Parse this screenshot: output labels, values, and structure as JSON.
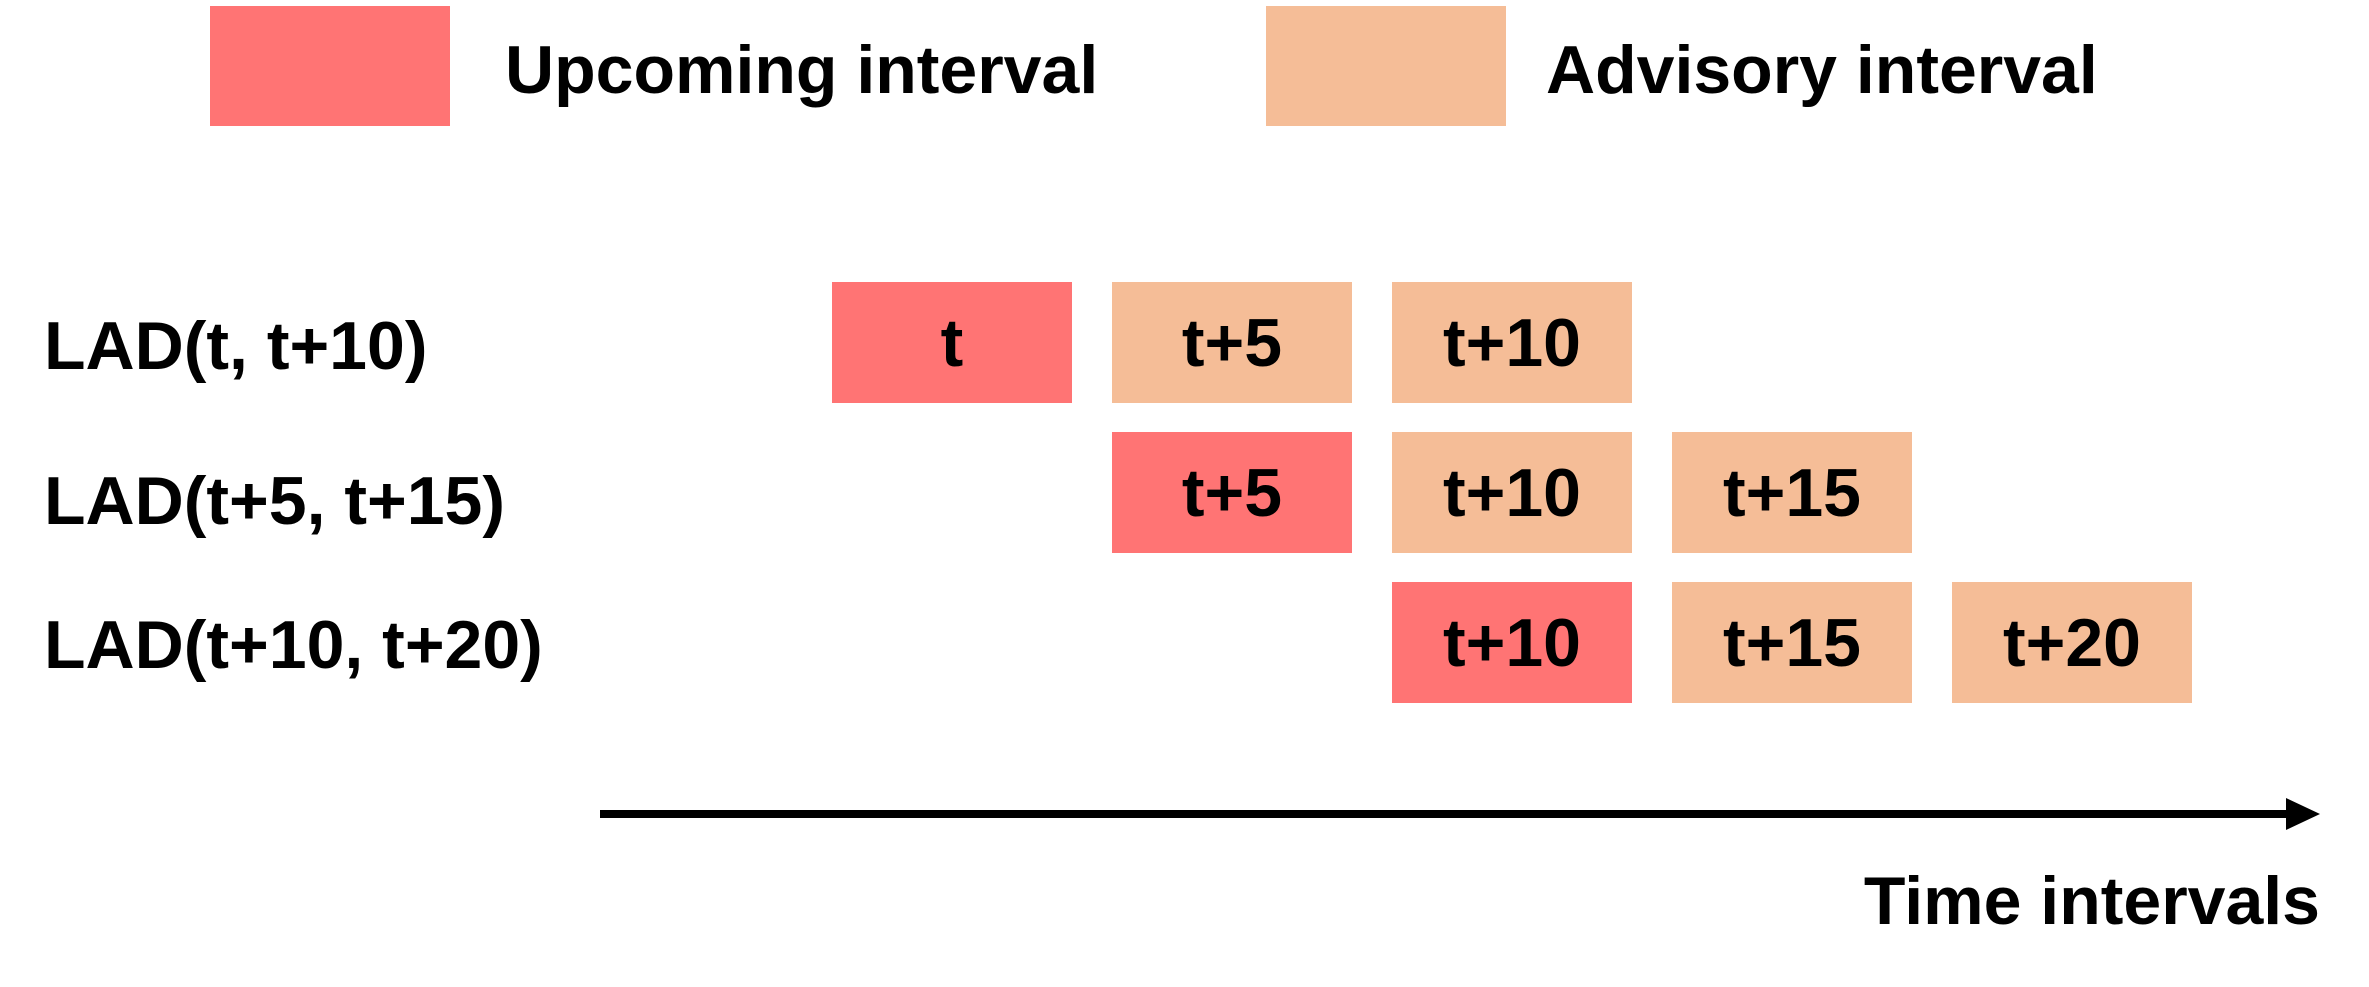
{
  "colors": {
    "upcoming": "#ff7474",
    "advisory": "#f5bd97",
    "text": "#000000",
    "axis": "#000000"
  },
  "legend": {
    "upcoming_label": "Upcoming interval",
    "advisory_label": "Advisory interval"
  },
  "rows": [
    {
      "label": "LAD(t, t+10)",
      "cells": [
        {
          "text": "t",
          "kind": "upcoming"
        },
        {
          "text": "t+5",
          "kind": "advisory"
        },
        {
          "text": "t+10",
          "kind": "advisory"
        }
      ]
    },
    {
      "label": "LAD(t+5, t+15)",
      "cells": [
        {
          "text": "t+5",
          "kind": "upcoming"
        },
        {
          "text": "t+10",
          "kind": "advisory"
        },
        {
          "text": "t+15",
          "kind": "advisory"
        }
      ]
    },
    {
      "label": "LAD(t+10, t+20)",
      "cells": [
        {
          "text": "t+10",
          "kind": "upcoming"
        },
        {
          "text": "t+15",
          "kind": "advisory"
        },
        {
          "text": "t+20",
          "kind": "advisory"
        }
      ]
    }
  ],
  "axis": {
    "label": "Time intervals"
  }
}
